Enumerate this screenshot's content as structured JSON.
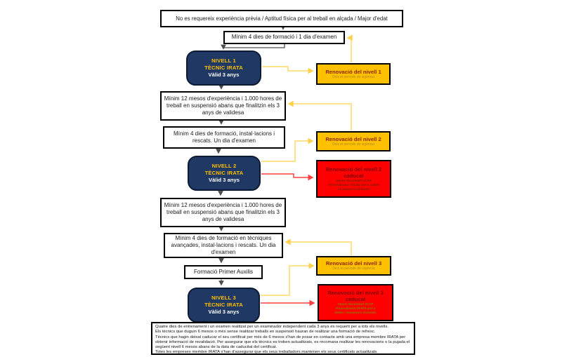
{
  "flow": {
    "prereq": "No es requereix experiència prèvia / Aptitud física per al treball en alçada / Major d'edat",
    "course1": "Mínim 4 dies de formació i 1 dia d'examen",
    "level1": {
      "name": "NIVELL 1",
      "role": "TÈCNIC  IRATA",
      "validity": "Vàlid 3 anys"
    },
    "experience1": "Mínim 12 mesos d'experiència i 1.000 hores de treball en suspensió abans que finalitzin els 3 anys de validesa",
    "course2": "Mínim 4 dies de formació, instal·lacions i rescats. Un dia d'examen",
    "level2": {
      "name": "NIVELL 2",
      "role": "TÈCNIC IRATA",
      "validity": "Vàlid 3 anys"
    },
    "experience2": "Mínim 12 mesos d'experiència i 1.000 hores de treball en suspensió abans que finalitzin els 3 anys de validesa",
    "course3": "Mínim 4 dies de formació en tècniques avançades, instal·lacions i rescats. Un dia d'examen",
    "first_aid": "Formació Primer Auxilis",
    "level3": {
      "name": "NIVELL 3",
      "role": "TÈCNIC IRATA",
      "validity": "Vàlid 3 anys"
    }
  },
  "renewals": {
    "level1": {
      "title": "Renovació del nivell 1",
      "subtitle": "Dins el període de vigència"
    },
    "level2": {
      "title": "Renovació del nivell 2",
      "subtitle": "Dins el període de vigència"
    },
    "level2_expired": {
      "title": "Renovació del nivell 2 caducat",
      "note1": "Veure document ICOP",
      "note2": "Procediment #04.04 per a saber",
      "note3": "i Ascensos Directes"
    },
    "level3": {
      "title": "Renovació del nivell 3",
      "subtitle": "Dins el període de vigència"
    },
    "level3_expired": {
      "title": "Renovació del nivell 3 caducat",
      "note1": "Veure document ICOP",
      "note2": "Procediment IRATA per a",
      "note3": "dates i Ascensos Directes"
    }
  },
  "notes": {
    "lines": [
      "Quatre dies de entrenament i un examen realitzat per un examinador independent cada 3 anys és requerit per a tots els nivells.",
      "Els tècnics que duguin 6 mesos o més sense realitzar treballs en suspensió hauran de realitzar una formació de refresc.",
      "Tècnics que hagin deixat caducar el seu certificat per més de 6 mesos s'han de posar en contacte amb una empresa membre IRATA per",
      "obtenir informació de revalidació. Per assegurar que els tècnics es troben actualitzats, es recomana realitzar les renovacions o la pujada el",
      "següent nivell 6 mesos abans de la data de caducitat del certificat.",
      "Totes les empreses membre IRATA s'han d'assegurar que els seus treballadors mantenen els seus certificats actualitzats."
    ]
  },
  "colors": {
    "level_box_bg": "#1F3864",
    "level_box_text": "#FFC000",
    "renewal_bg": "#FFC000",
    "renewal_title": "#8B2500",
    "expired_bg": "#FF0000",
    "expired_title": "#7F0000",
    "yellow_connector": "#FFD966",
    "red_connector": "#FF4040",
    "arrow": "#4D4D4D"
  }
}
